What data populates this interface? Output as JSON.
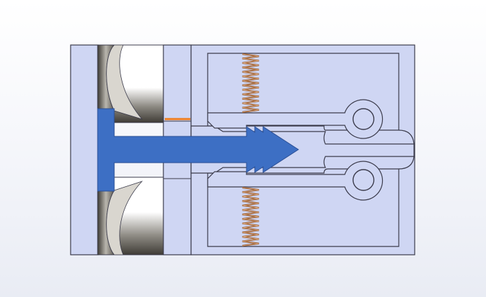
{
  "viewport": {
    "background_top": "#ffffff",
    "background_bottom": "#e9ecf4"
  },
  "colors": {
    "body_fill": "#cfd6f3",
    "outline": "#3a3a4a",
    "plunger_fill": "#3d6fc4",
    "spring_color": "#8a4e24",
    "marker_color": "#f07d1e",
    "bearing_dark": "#4a4740",
    "bearing_light": "#ffffff"
  },
  "parts": [
    "housing-left-plate",
    "bearing-top",
    "bearing-bottom",
    "middle-plate",
    "right-body",
    "plunger",
    "spring-top",
    "spring-bottom",
    "flexure-arm-top",
    "flexure-arm-bottom",
    "pivot-hole-top",
    "pivot-hole-bottom",
    "orange-marker"
  ]
}
